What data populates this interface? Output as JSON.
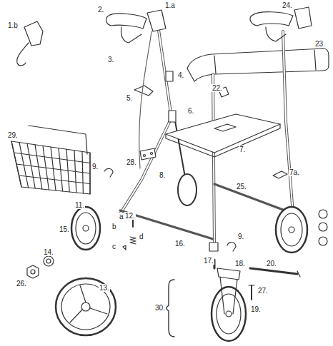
{
  "diagram": {
    "labels": [
      "2.",
      "1.a",
      "24.",
      "1.b",
      "23.",
      "3.",
      "4.",
      "22.",
      "5.",
      "6.",
      "7.",
      "29.",
      "28.",
      "9.",
      "7a.",
      "8.",
      "25.",
      "11.",
      "a",
      "12.",
      "b",
      "15.",
      "d",
      "16.",
      "9.",
      "c",
      "14.",
      "17.",
      "18.",
      "20.",
      "26.",
      "13.",
      "27.",
      "19.",
      "30."
    ]
  }
}
